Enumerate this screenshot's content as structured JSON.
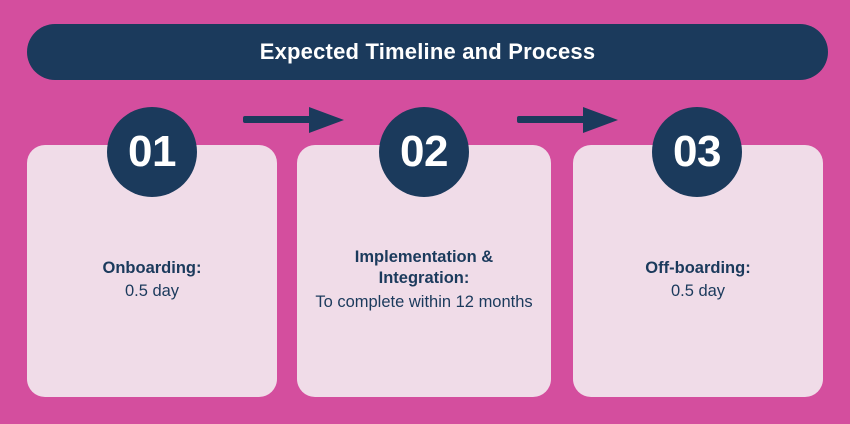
{
  "theme": {
    "background_color": "#d44e9e",
    "navy_color": "#1b3a5c",
    "card_color": "#f0dce8",
    "text_on_navy_color": "#ffffff",
    "card_text_color": "#1b3a5c"
  },
  "header": {
    "title": "Expected Timeline and Process"
  },
  "steps": [
    {
      "number": "01",
      "heading": "Onboarding:",
      "detail": "0.5 day"
    },
    {
      "number": "02",
      "heading": "Implementation & Integration:",
      "detail": "To complete within 12 months"
    },
    {
      "number": "03",
      "heading": "Off-boarding:",
      "detail": "0.5 day"
    }
  ],
  "connectors": [
    {
      "name": "arrow-step-1-to-2",
      "direction": "right"
    },
    {
      "name": "arrow-step-2-to-3",
      "direction": "right"
    }
  ]
}
